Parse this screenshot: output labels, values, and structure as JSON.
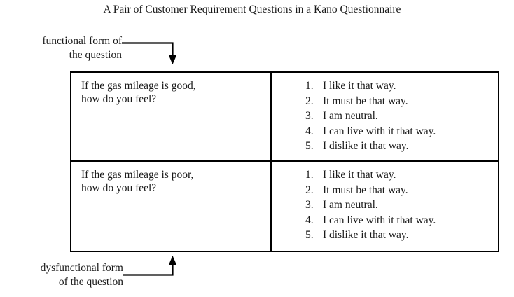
{
  "title": "A Pair of Customer Requirement Questions in a Kano Questionnaire",
  "annotations": {
    "functional": {
      "line1": "functional form of",
      "line2": "the question"
    },
    "dysfunctional": {
      "line1": "dysfunctional form",
      "line2": "of the question"
    }
  },
  "table": {
    "rows": [
      {
        "question_line1": "If the gas mileage is good,",
        "question_line2": "how do you feel?",
        "answers": [
          {
            "num": "1.",
            "text": "I like it that way."
          },
          {
            "num": "2.",
            "text": "It must be that way."
          },
          {
            "num": "3.",
            "text": "I am neutral."
          },
          {
            "num": "4.",
            "text": "I can live with it that way."
          },
          {
            "num": "5.",
            "text": "I dislike it that way."
          }
        ]
      },
      {
        "question_line1": "If the gas mileage is poor,",
        "question_line2": "how do you feel?",
        "answers": [
          {
            "num": "1.",
            "text": "I like it that way."
          },
          {
            "num": "2.",
            "text": "It must be that way."
          },
          {
            "num": "3.",
            "text": "I am neutral."
          },
          {
            "num": "4.",
            "text": "I can live with it that way."
          },
          {
            "num": "5.",
            "text": "I dislike it that way."
          }
        ]
      }
    ]
  },
  "colors": {
    "ink": "#1a1a1a",
    "rule": "#000000",
    "background": "#ffffff"
  }
}
